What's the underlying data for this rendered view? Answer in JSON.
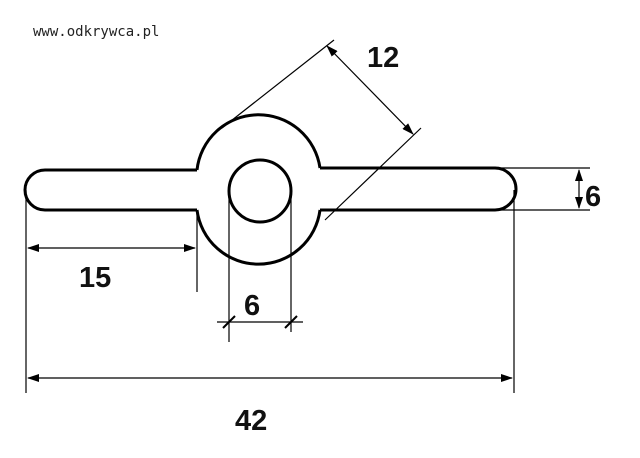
{
  "watermark": "www.odkrywca.pl",
  "dimensions": {
    "ring_width": "12",
    "bar_height": "6",
    "left_arm": "15",
    "hole_diameter": "6",
    "total_length": "42"
  },
  "colors": {
    "line": "#000000",
    "background": "#ffffff"
  }
}
